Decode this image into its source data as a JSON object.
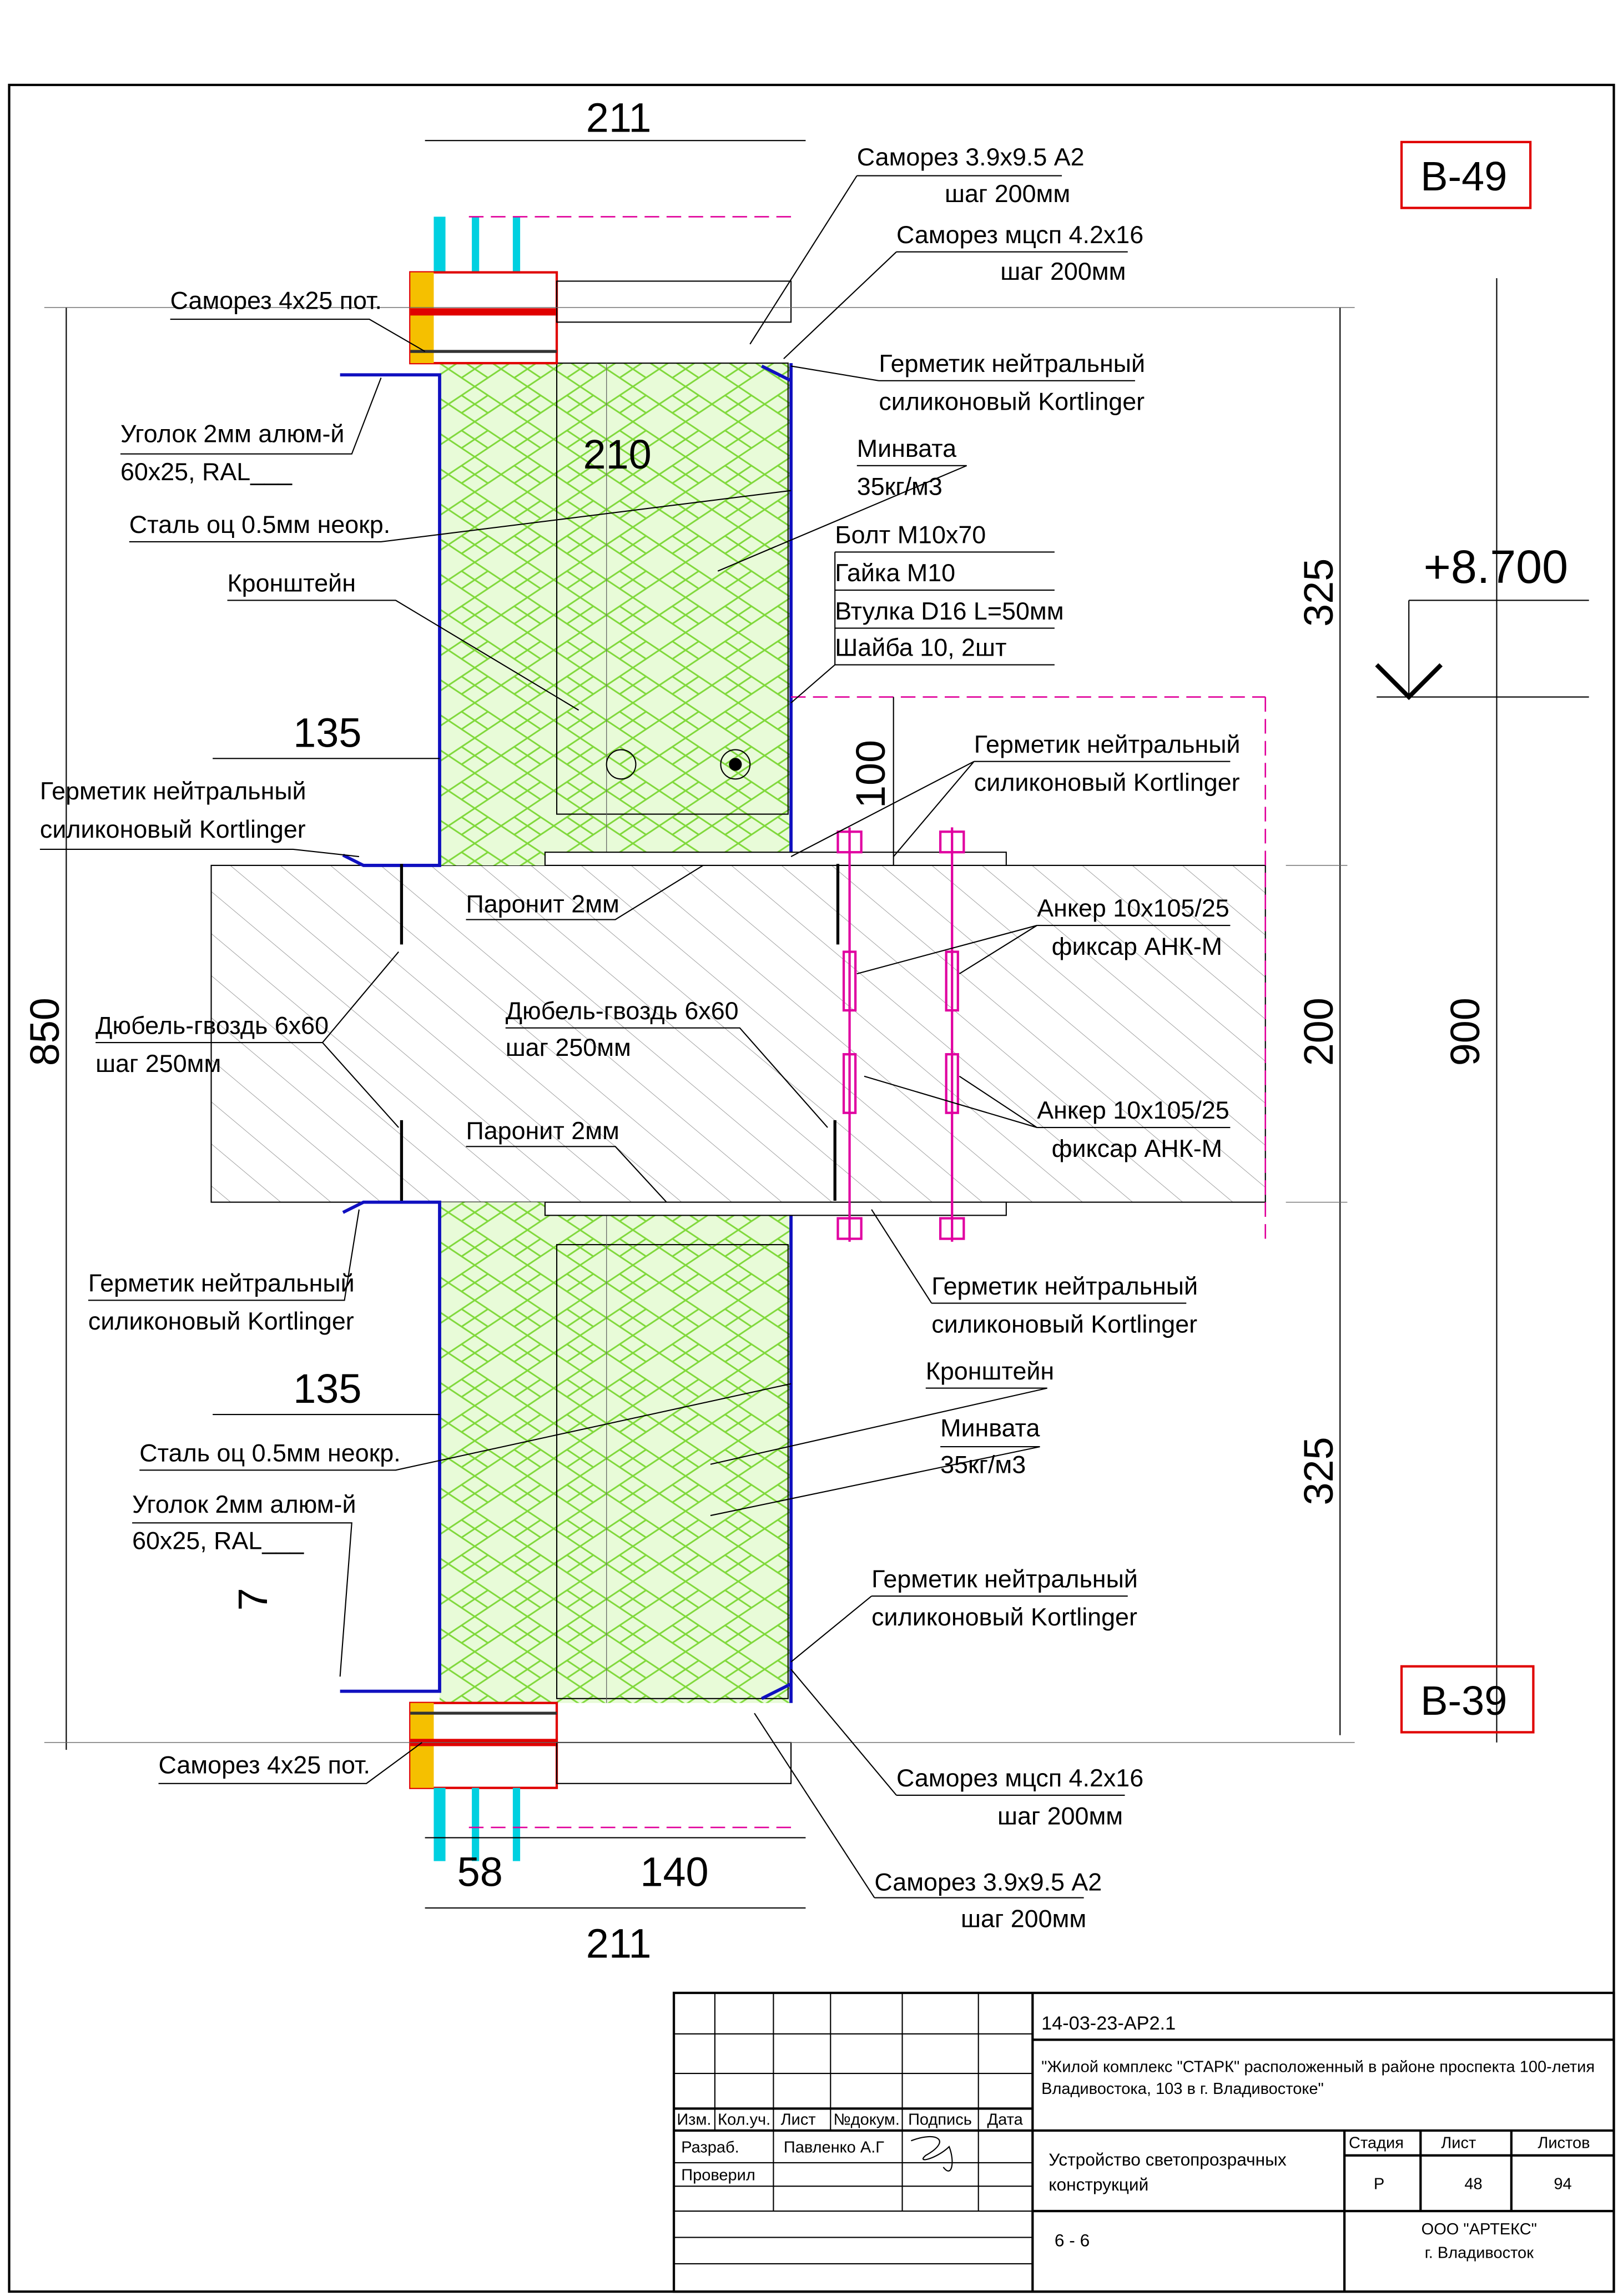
{
  "drawing": {
    "top_width": "211",
    "bottom_width": "211",
    "dim_210": "210",
    "dim_135_top": "135",
    "dim_135_bottom": "135",
    "dim_100": "100",
    "dim_850": "850",
    "dim_200": "200",
    "dim_900": "900",
    "dim_325_top": "325",
    "dim_325_bottom": "325",
    "dim_7": "7",
    "dim_58": "58",
    "dim_140": "140",
    "level": "+8.700",
    "mark_top": "В-49",
    "mark_bottom": "В-39",
    "labels": {
      "screw_a2_top": [
        "Саморез 3.9x9.5 А2",
        "шаг 200мм"
      ],
      "screw_mcsp_top": [
        "Саморез мцсп 4.2x16",
        "шаг 200мм"
      ],
      "screw_4x25_top": "Саморез 4х25 пот.",
      "sealant_top_right": [
        "Герметик нейтральный",
        "силиконовый Kortlinger"
      ],
      "angle_top": [
        "Уголок 2мм алюм-й",
        "60х25, RAL___"
      ],
      "mineral_wool_top": [
        "Минвата",
        "35кг/м3"
      ],
      "steel_top": "Сталь оц 0.5мм неокр.",
      "bolt_spec": [
        "Болт М10х70",
        "Гайка М10",
        "Втулка D16 L=50мм",
        "Шайба 10, 2шт"
      ],
      "bracket_top": "Кронштейн",
      "sealant_mid_right_top": [
        "Герметик нейтральный",
        "силиконовый Kortlinger"
      ],
      "sealant_left_top": [
        "Герметик нейтральный",
        "силиконовый Kortlinger"
      ],
      "paronite_top": "Паронит 2мм",
      "paronite_bottom": "Паронит 2мм",
      "anchor_top": [
        "Анкер 10х105/25",
        "фиксар АНК-М"
      ],
      "anchor_bottom": [
        "Анкер 10х105/25",
        "фиксар АНК-М"
      ],
      "dowel_left": [
        "Дюбель-гвоздь 6х60",
        "шаг 250мм"
      ],
      "dowel_center": [
        "Дюбель-гвоздь 6х60",
        "шаг 250мм"
      ],
      "sealant_left_bottom": [
        "Герметик нейтральный",
        "силиконовый Kortlinger"
      ],
      "sealant_mid_right_bottom": [
        "Герметик нейтральный",
        "силиконовый Kortlinger"
      ],
      "bracket_bottom": "Кронштейн",
      "mineral_wool_bottom": [
        "Минвата",
        "35кг/м3"
      ],
      "steel_bottom": "Сталь оц 0.5мм неокр.",
      "angle_bottom": [
        "Уголок 2мм алюм-й",
        "60х25, RAL___"
      ],
      "sealant_bottom_right": [
        "Герметик нейтральный",
        "силиконовый Kortlinger"
      ],
      "screw_4x25_bottom": "Саморез 4х25 пот.",
      "screw_mcsp_bottom": [
        "Саморез мцсп 4.2x16",
        "шаг 200мм"
      ],
      "screw_a2_bottom": [
        "Саморез 3.9x9.5 А2",
        "шаг 200мм"
      ]
    }
  },
  "title_block": {
    "code": "14-03-23-АР2.1",
    "project": [
      "\"Жилой комплекс \"СТАРК\" расположенный в районе проспекта 100-летия",
      "Владивостока, 103 в г. Владивостоке\""
    ],
    "headers": [
      "Изм.",
      "Кол.уч.",
      "Лист",
      "№докум.",
      "Подпись",
      "Дата"
    ],
    "developed_label": "Разраб.",
    "developer": "Павленко А.Г",
    "checked_label": "Проверил",
    "sheet_title": [
      "Устройство светопрозрачных",
      "конструкций"
    ],
    "stage_label": "Стадия",
    "sheet_label": "Лист",
    "sheets_label": "Листов",
    "stage": "Р",
    "sheet": "48",
    "sheets": "94",
    "section": "6 - 6",
    "company": [
      "ООО \"АРТЕКС\"",
      "г. Владивосток"
    ]
  },
  "colors": {
    "insulation": "#8ee04a",
    "frame": "#1010c0",
    "anchor": "#e000a0",
    "glass": "#00d0e0",
    "mark_box": "#e00000"
  }
}
